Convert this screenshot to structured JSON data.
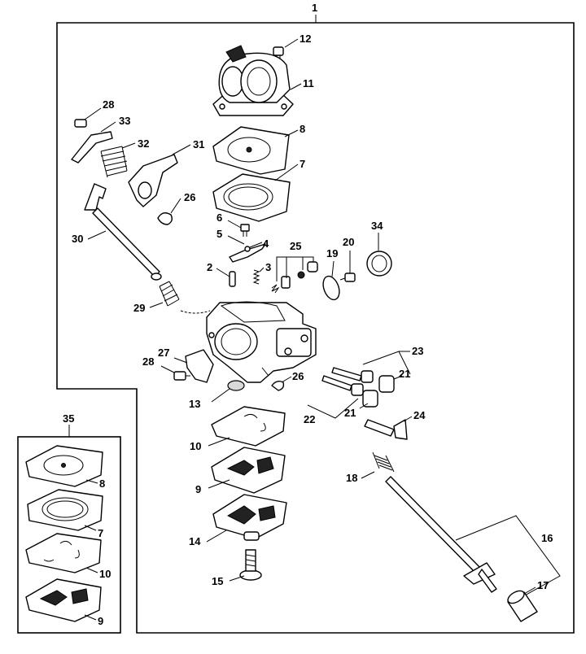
{
  "labels": {
    "l1": "1",
    "l2": "2",
    "l3": "3",
    "l4": "4",
    "l5": "5",
    "l6": "6",
    "l7": "7",
    "l8": "8",
    "l9": "9",
    "l10": "10",
    "l11": "11",
    "l12": "12",
    "l13": "13",
    "l14": "14",
    "l15": "15",
    "l16": "16",
    "l17": "17",
    "l18": "18",
    "l19": "19",
    "l20": "20",
    "l21a": "21",
    "l21b": "21",
    "l22": "22",
    "l23": "23",
    "l24": "24",
    "l25": "25",
    "l26a": "26",
    "l26b": "26",
    "l27": "27",
    "l28a": "28",
    "l28b": "28",
    "l29": "29",
    "l30": "30",
    "l31": "31",
    "l32": "32",
    "l33": "33",
    "l34": "34",
    "l35": "35",
    "k8": "8",
    "k7": "7",
    "k10": "10",
    "k9": "9"
  }
}
